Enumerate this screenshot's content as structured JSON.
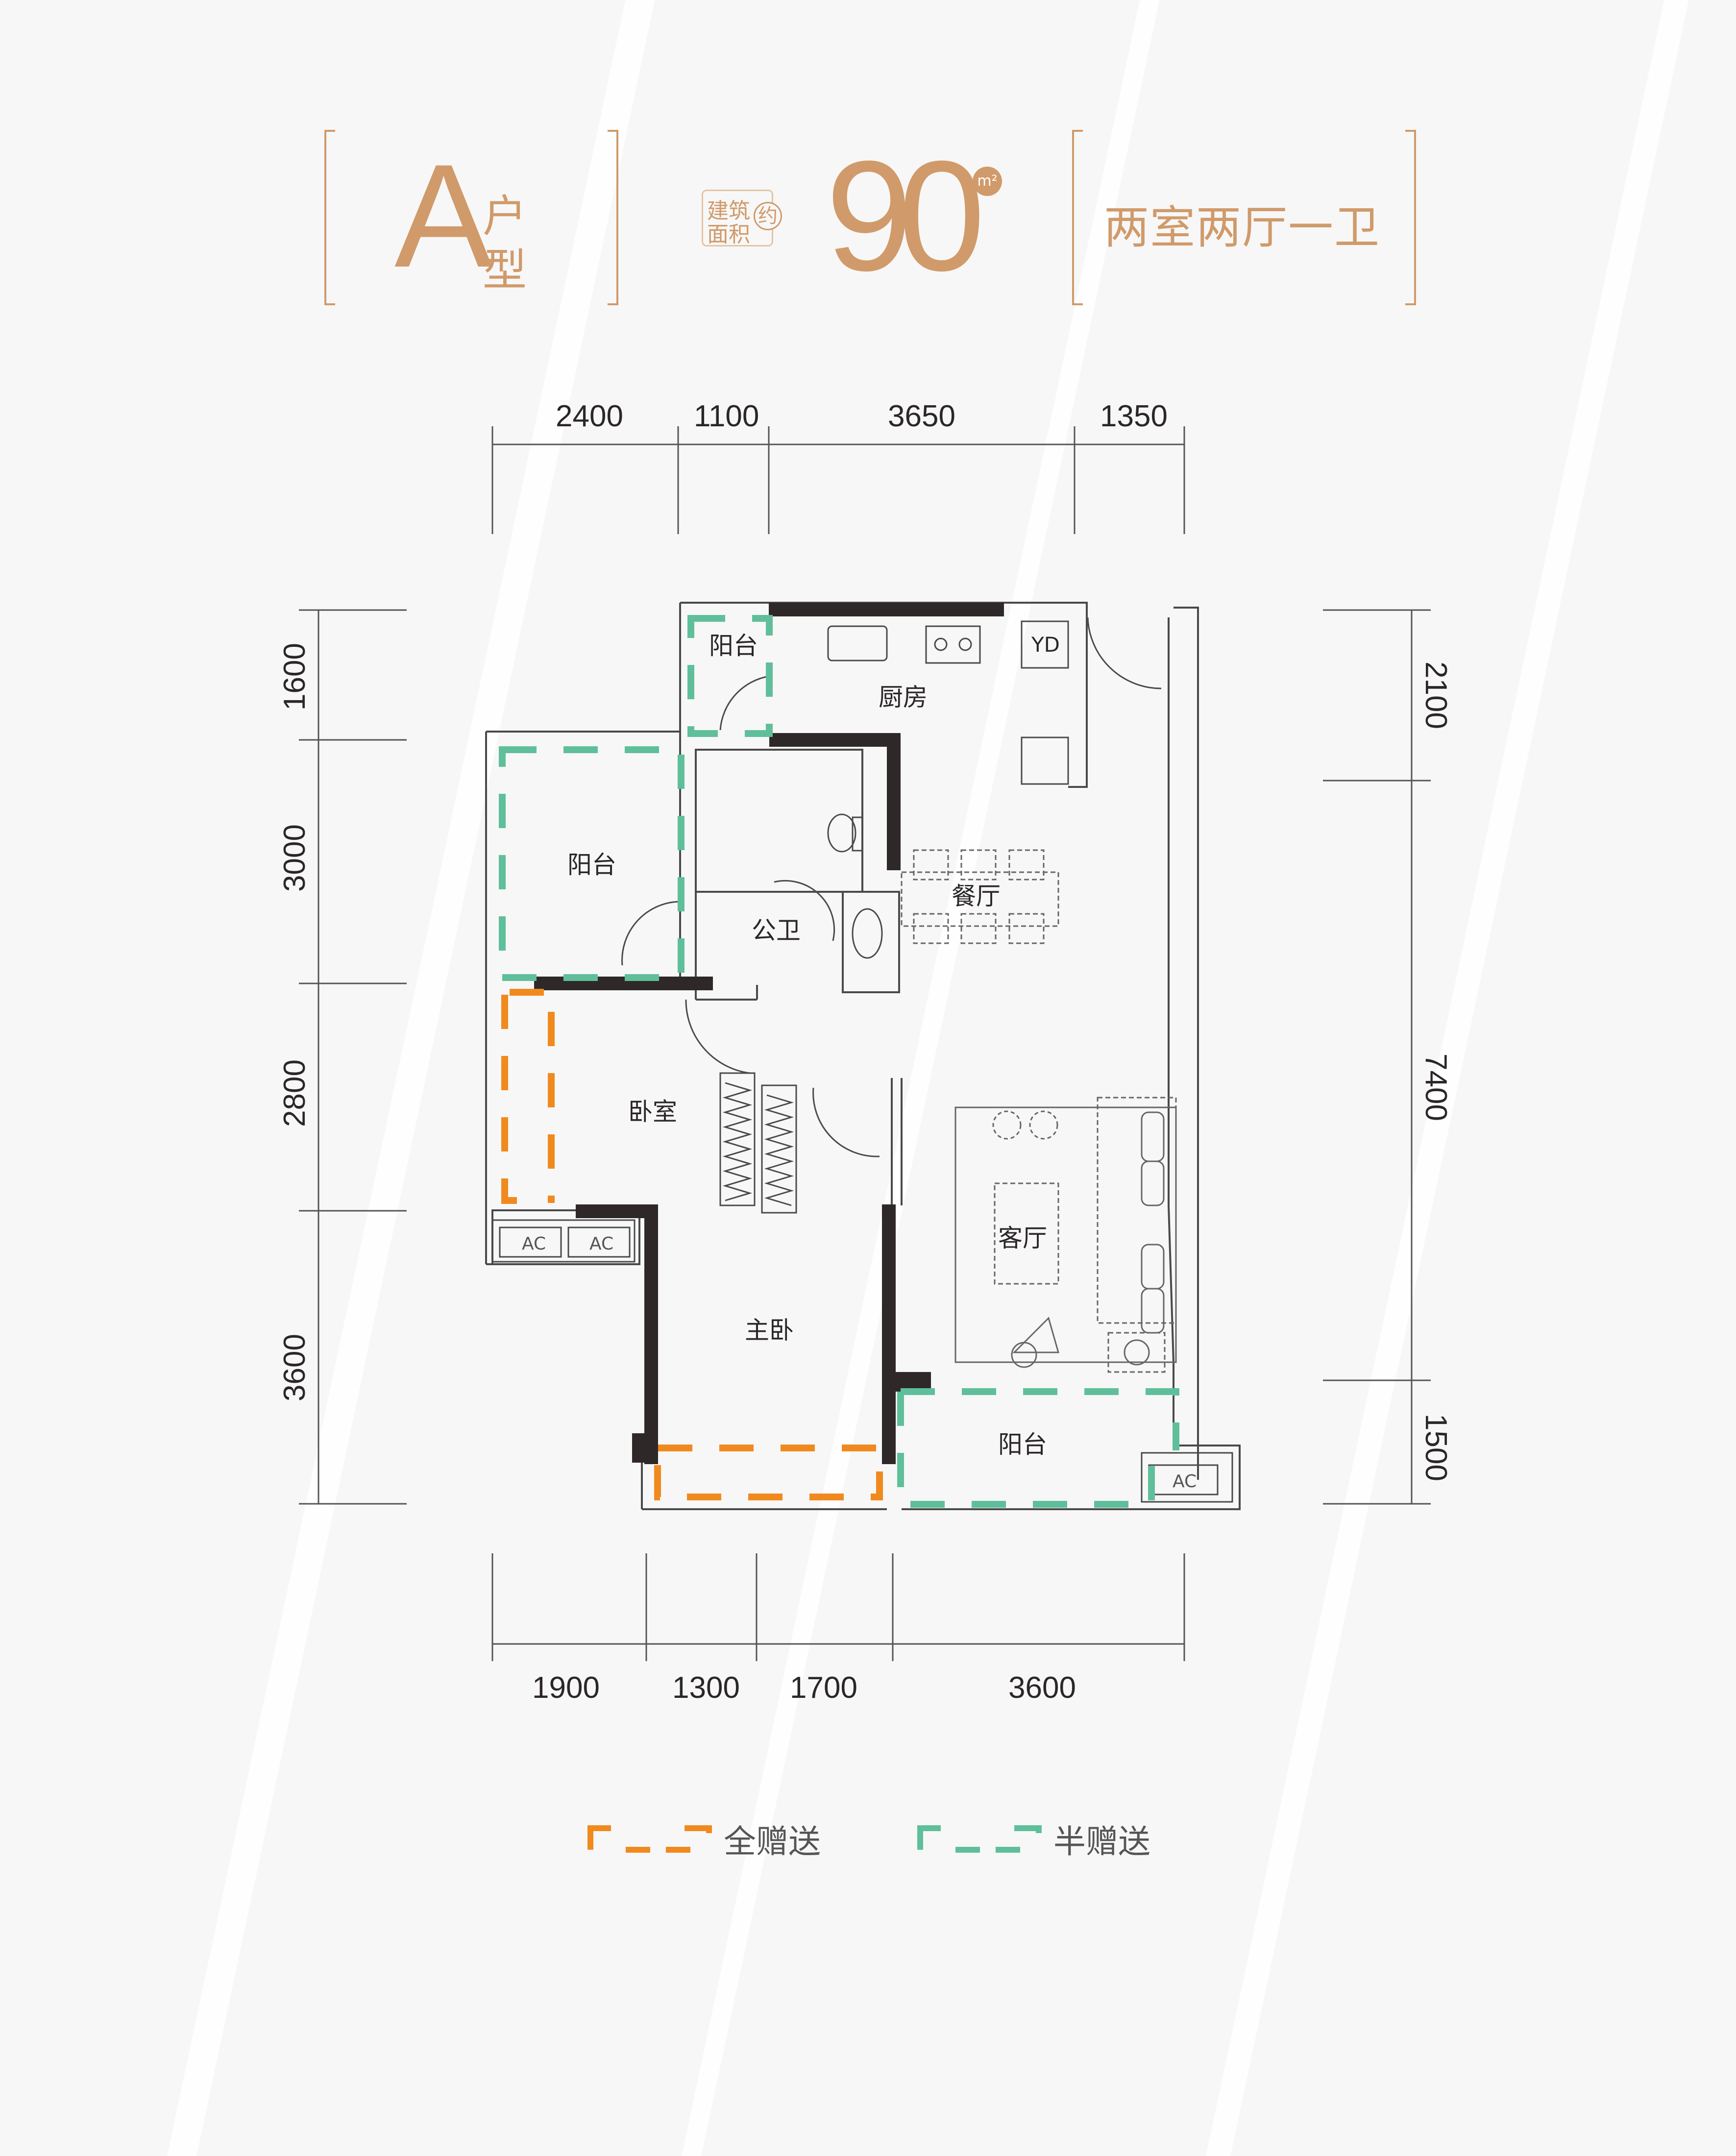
{
  "header": {
    "unit_letter": "A",
    "unit_suffix_top": "户",
    "unit_suffix_bottom": "型",
    "area_label_line1": "建筑",
    "area_label_line2": "面积",
    "area_approx": "约",
    "area_value": "90",
    "area_unit": "m²",
    "layout_type": "两室两厅一卫",
    "accent_color": "#d09a6a"
  },
  "dimensions": {
    "top": [
      "2400",
      "1100",
      "3650",
      "1350"
    ],
    "bottom": [
      "1900",
      "1300",
      "1700",
      "3600"
    ],
    "left": [
      "1600",
      "3000",
      "2800",
      "3600"
    ],
    "right": [
      "2100",
      "7400",
      "1500"
    ]
  },
  "rooms": {
    "balcony_kitchen": "阳台",
    "kitchen": "厨房",
    "balcony_west": "阳台",
    "bathroom": "公卫",
    "dining": "餐厅",
    "bedroom": "卧室",
    "master_bedroom": "主卧",
    "living_room": "客厅",
    "balcony_south": "阳台"
  },
  "fixtures": {
    "ac_label": "AC",
    "yd_label": "YD"
  },
  "legend": [
    {
      "label": "全赠送",
      "color": "#f08a1e"
    },
    {
      "label": "半赠送",
      "color": "#5fbf9b"
    }
  ],
  "colors": {
    "wall": "#2e2928",
    "line": "#4a4a4a",
    "full_gift": "#f08a1e",
    "half_gift": "#5fbf9b"
  }
}
